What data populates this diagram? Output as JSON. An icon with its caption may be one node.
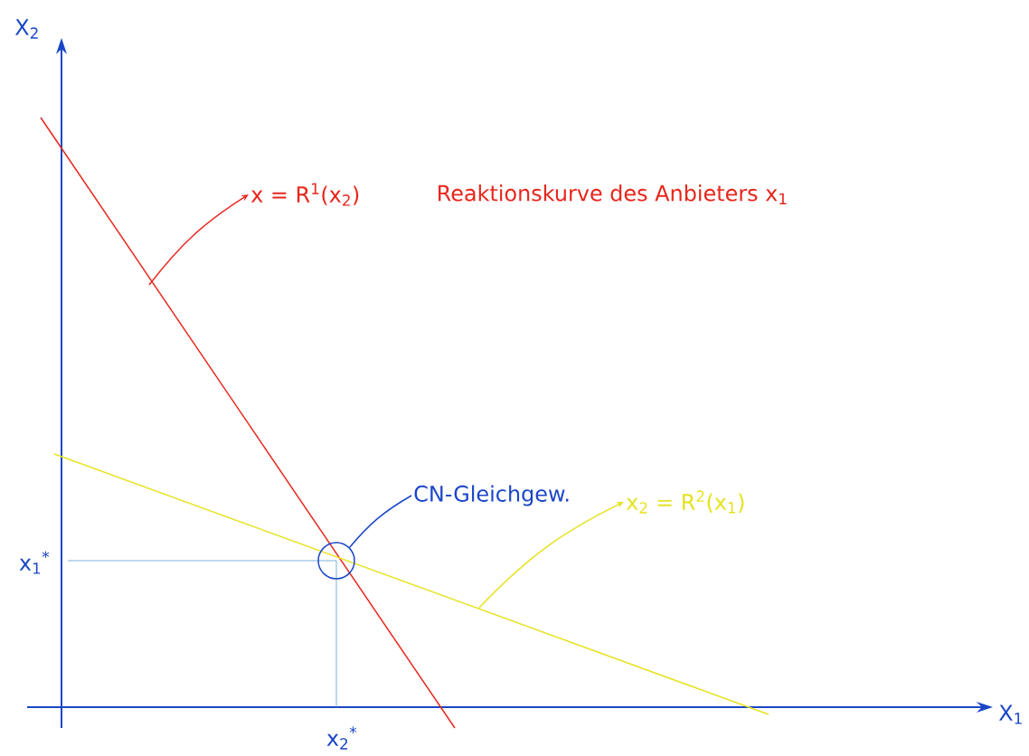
{
  "diagram": {
    "nodes": [
      {
        "text": [
          "x = R$^{1}$(x$_{2}$)"
        ],
        "beside": [
          "Reaktionskurve des Anbieters x$_{1}$"
        ]
      },
      {
        "text": [
          "CN-Gleichgew."
        ]
      },
      {
        "text": [],
        "shape": "circle"
      },
      {
        "text": [
          "x$_{2}$ = R$^{2}$(x$_{1}$)"
        ]
      }
    ],
    "edges": [
      {
        "from": null,
        "to": 0,
        "arrow": "to",
        "color": "#e8261c"
      },
      {
        "from": 1,
        "to": 2,
        "arrow": "none",
        "color": "#1a46c8"
      },
      {
        "from": null,
        "to": 3,
        "arrow": "to",
        "color": "#e6e21e"
      }
    ],
    "labels": [
      "X$_{2}$",
      "X$_{1}$",
      "x$_{1}$$^{*}$",
      "x$_{2}$$^{*}$"
    ]
  }
}
